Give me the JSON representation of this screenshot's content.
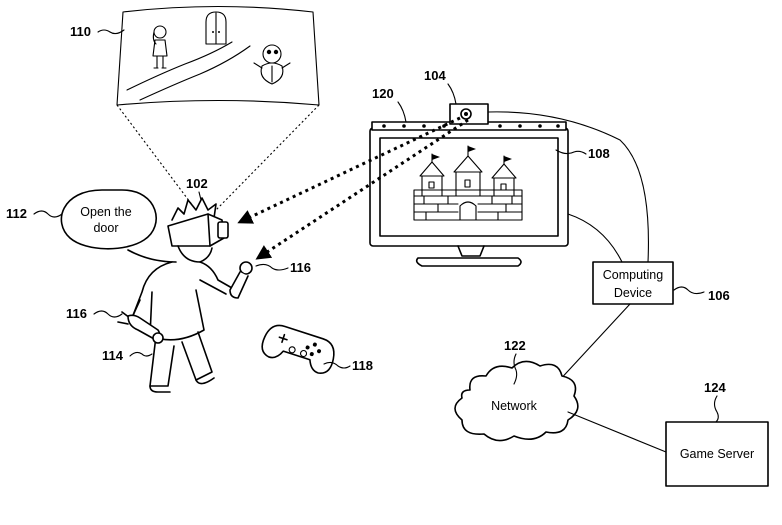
{
  "callouts": {
    "c102": "102",
    "c104": "104",
    "c106": "106",
    "c108": "108",
    "c110": "110",
    "c112": "112",
    "c114": "114",
    "c116a": "116",
    "c116b": "116",
    "c118": "118",
    "c120": "120",
    "c122": "122",
    "c124": "124"
  },
  "labels": {
    "speech_line1": "Open the",
    "speech_line2": "door",
    "computing_line1": "Computing",
    "computing_line2": "Device",
    "network": "Network",
    "game_server": "Game Server"
  },
  "icons": {
    "hmd_view": "vr-scene-icon",
    "user": "user-with-hmd-icon",
    "camera": "camera-icon",
    "display": "monitor-icon",
    "castle": "castle-icon",
    "gamepad": "gamepad-icon",
    "cloud": "cloud-icon",
    "controllers": "motion-controller-icon"
  }
}
